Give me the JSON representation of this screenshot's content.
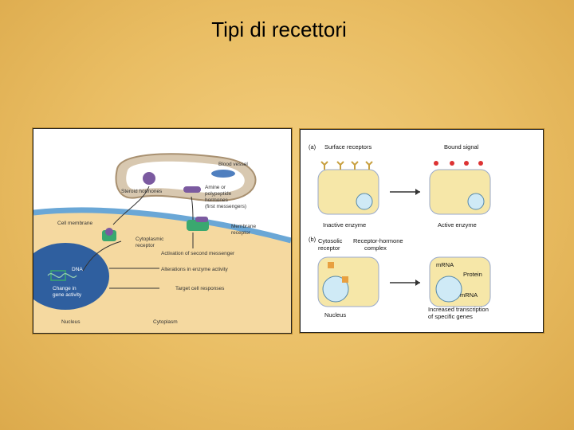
{
  "title": "Tipi di recettori",
  "left_diagram": {
    "labels": {
      "blood_vessel": "Blood vessel",
      "steroid_hormones": "Steroid hormones",
      "amine_line1": "Amine or",
      "amine_line2": "polypeptide",
      "amine_line3": "hormones",
      "amine_line4": "(first messengers)",
      "cell_membrane": "Cell membrane",
      "membrane_receptor_line1": "Membrane",
      "membrane_receptor_line2": "receptor",
      "cytoplasmic_receptor_line1": "Cytoplasmic",
      "cytoplasmic_receptor_line2": "receptor",
      "activation_second_messenger": "Activation of second messenger",
      "dna": "DNA",
      "alterations_enzyme": "Alterations in enzyme activity",
      "change_gene_line1": "Change in",
      "change_gene_line2": "gene activity",
      "target_cell_responses": "Target cell responses",
      "nucleus": "Nucleus",
      "cytoplasm": "Cytoplasm"
    }
  },
  "right_diagram": {
    "labels": {
      "part_a": "(a)",
      "surface_receptors": "Surface receptors",
      "bound_signal": "Bound signal",
      "inactive_enzyme": "Inactive enzyme",
      "active_enzyme": "Active enzyme",
      "part_b": "(b)",
      "cytosolic_line1": "Cytosolic",
      "cytosolic_line2": "receptor",
      "receptor_hormone_line1": "Receptor-hormone",
      "receptor_hormone_line2": "complex",
      "mrna_top": "mRNA",
      "protein": "Protein",
      "mrna_bottom": "mRNA",
      "nucleus": "Nucleus",
      "increased_line1": "Increased transcription",
      "increased_line2": "of specific genes"
    }
  },
  "colors": {
    "background": "#e9bd63",
    "cytoplasm": "#f4d79c",
    "membrane_blue": "#6aa7d6",
    "nucleus_blue": "#2f5f9f",
    "hormone_purple": "#7b5aa0",
    "receptor_green": "#3aa86f"
  }
}
